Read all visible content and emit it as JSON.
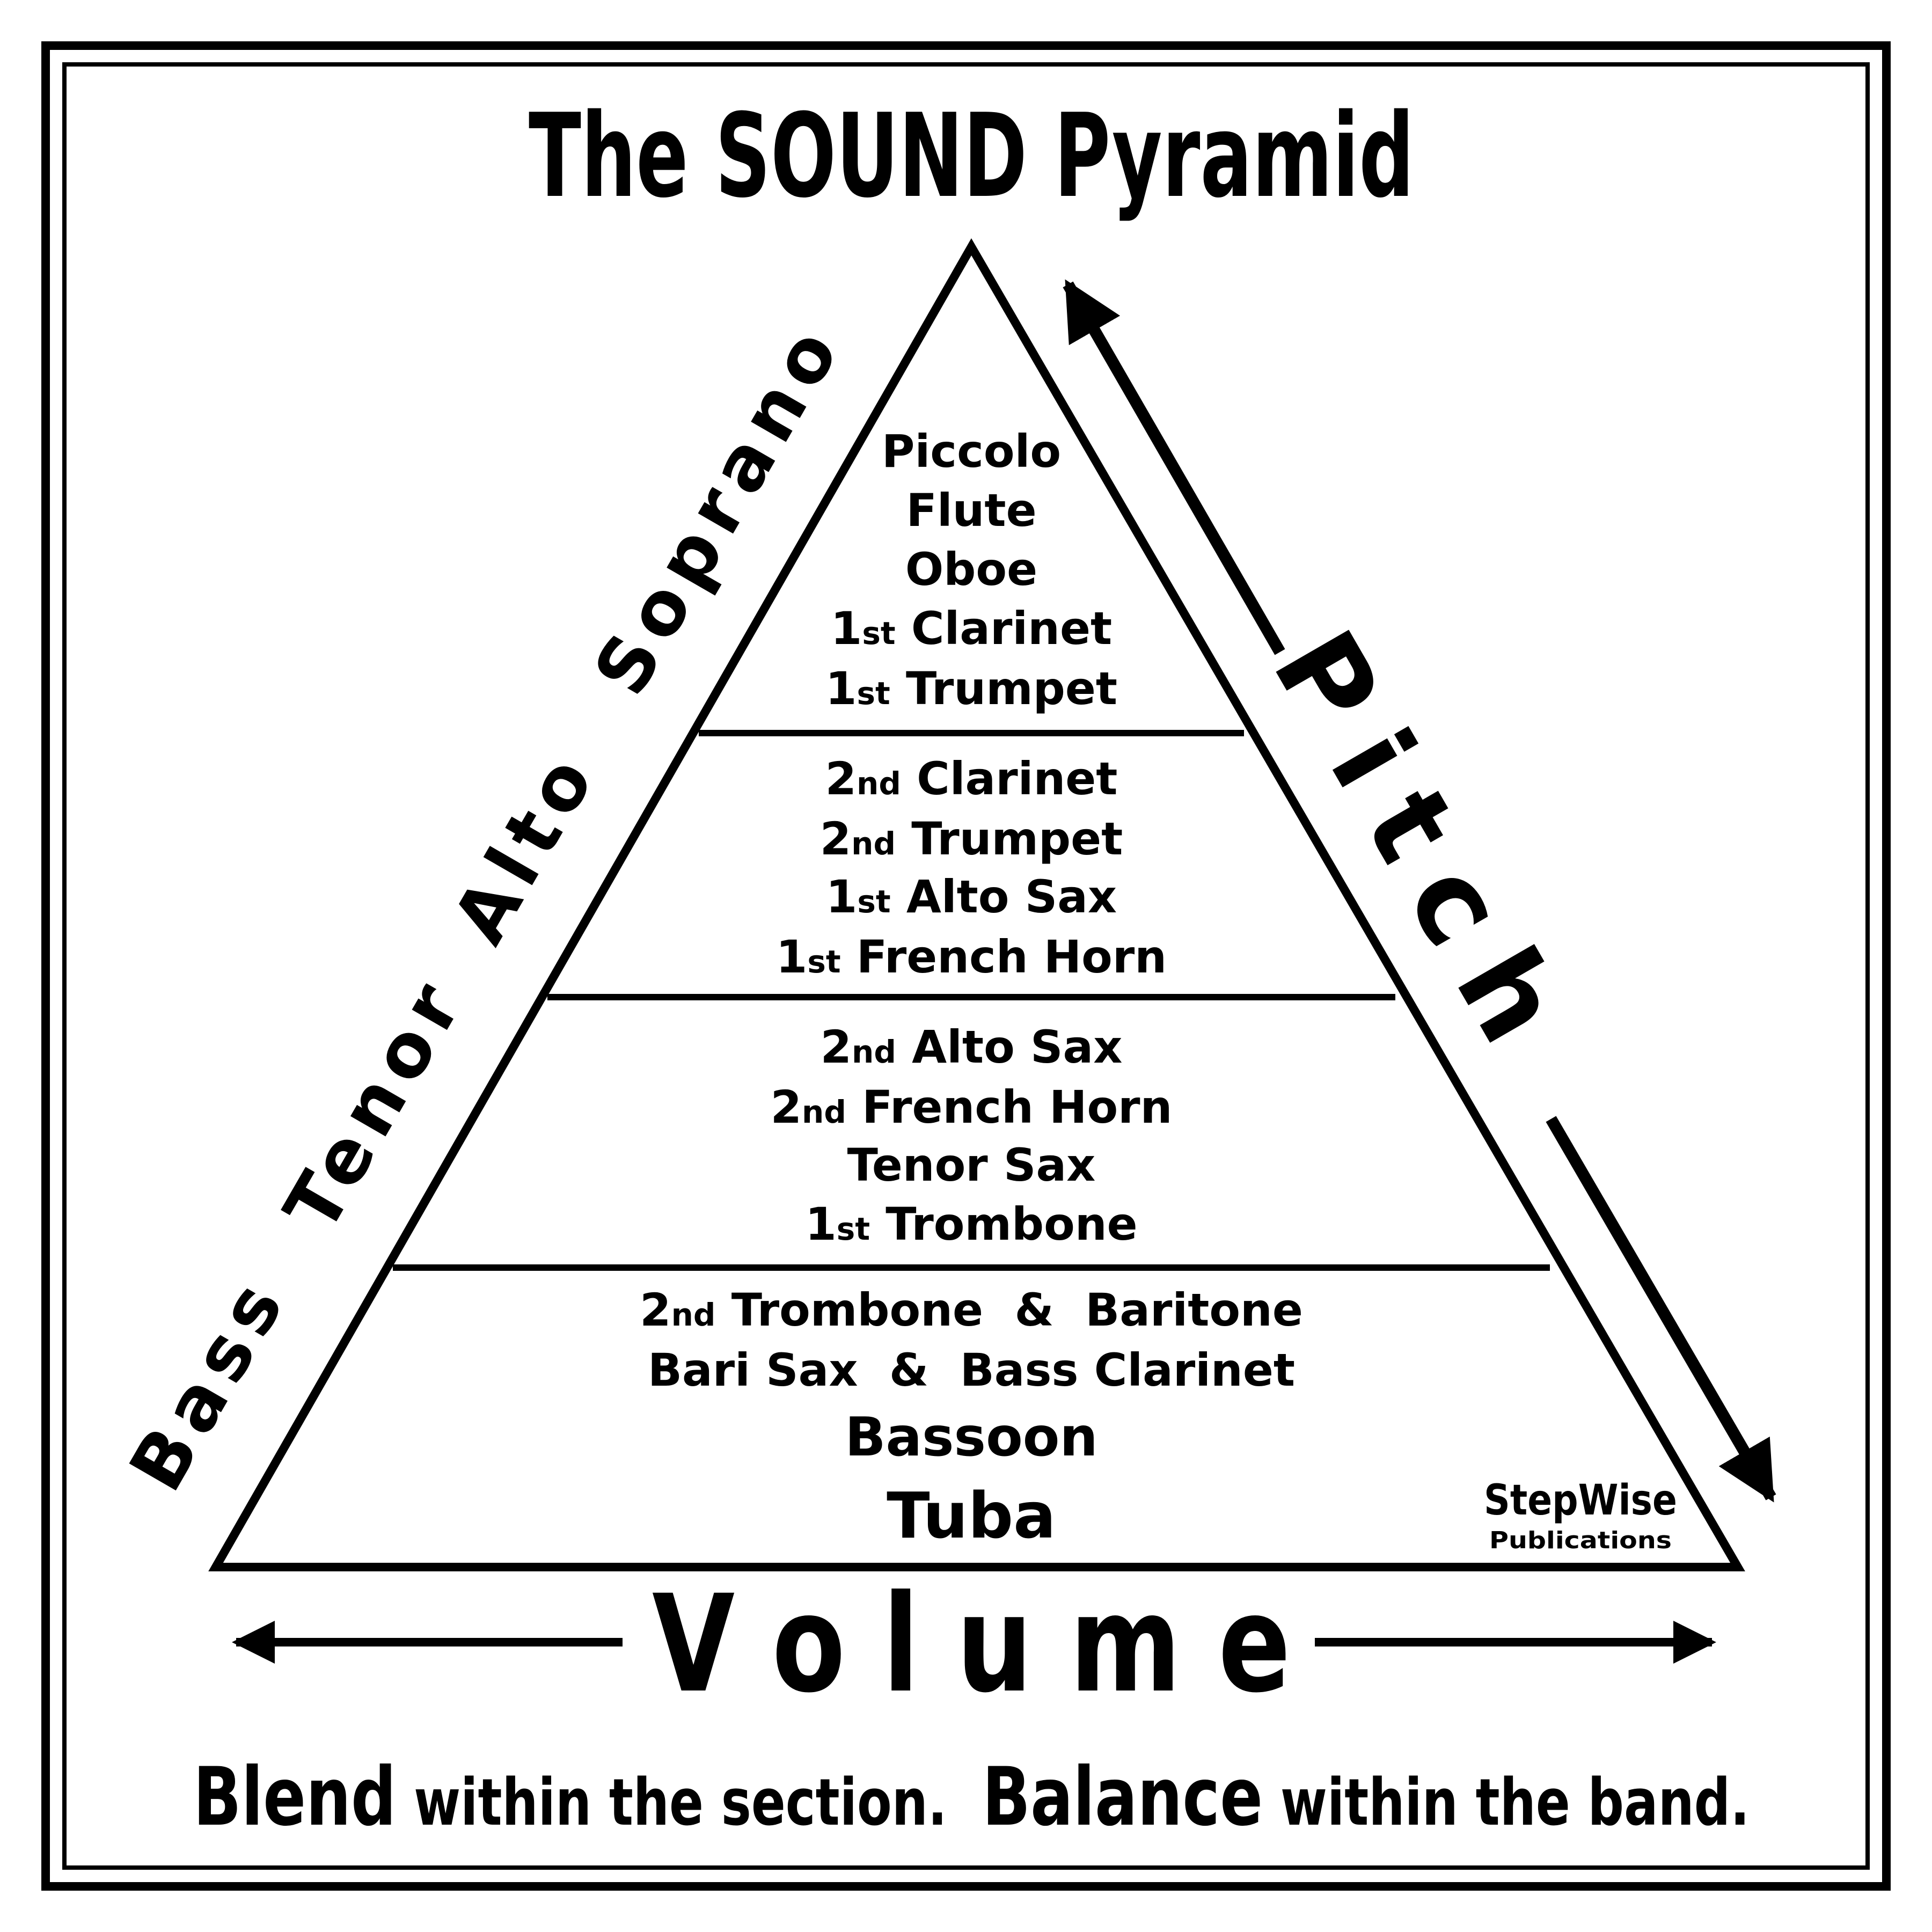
{
  "title": "The SOUND Pyramid",
  "tiers": [
    {
      "lines": [
        {
          "label": "Piccolo"
        },
        {
          "label": "Flute"
        },
        {
          "label": "Oboe"
        },
        {
          "ord": "1",
          "sup": "st",
          "label": "Clarinet"
        },
        {
          "ord": "1",
          "sup": "st",
          "label": "Trumpet"
        }
      ]
    },
    {
      "lines": [
        {
          "ord": "2",
          "sup": "nd",
          "label": "Clarinet"
        },
        {
          "ord": "2",
          "sup": "nd",
          "label": "Trumpet"
        },
        {
          "ord": "1",
          "sup": "st",
          "label": "Alto Sax"
        },
        {
          "ord": "1",
          "sup": "st",
          "label": "French Horn"
        }
      ]
    },
    {
      "lines": [
        {
          "ord": "2",
          "sup": "nd",
          "label": "Alto Sax"
        },
        {
          "ord": "2",
          "sup": "nd",
          "label": "French Horn"
        },
        {
          "label": "Tenor Sax"
        },
        {
          "ord": "1",
          "sup": "st",
          "label": "Trombone"
        }
      ]
    },
    {
      "lines": [
        {
          "ord": "2",
          "sup": "nd",
          "label": "Trombone  &  Baritone"
        },
        {
          "label": "Bari Sax  &  Bass Clarinet"
        },
        {
          "label": "Bassoon"
        },
        {
          "label": "Tuba"
        }
      ]
    }
  ],
  "voices": [
    "Bass",
    "Tenor",
    "Alto",
    "Soprano"
  ],
  "pitch_label": "Pitch",
  "volume_label": "V o l u m e",
  "publisher": {
    "name": "StepWise",
    "sub": "Publications"
  },
  "footer": {
    "blend": "Blend",
    "blend_rest": " within the section.  ",
    "balance": "Balance",
    "balance_rest": " within the band."
  }
}
